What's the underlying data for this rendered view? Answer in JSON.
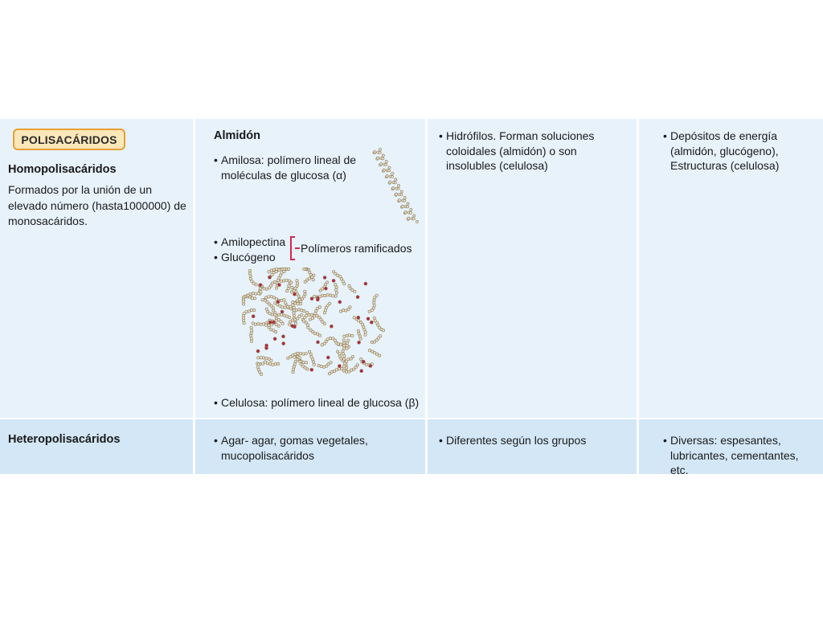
{
  "badge": "POLISACÁRIDOS",
  "homo": {
    "title": "Homopolisacáridos",
    "desc": "Formados por la unión de un elevado número (hasta1000000) de monosacáridos.",
    "almidon_title": "Almidón",
    "amilosa_line1": "Amilosa: polímero lineal de",
    "amilosa_line2": "moléculas de glucosa (α)",
    "amilopectina": "Amilopectina",
    "glucogeno": "Glucógeno",
    "ramificados": "Polímeros ramificados",
    "celulosa": "Celulosa: polímero lineal de glucosa (β)",
    "propiedades_line1": "Hidrófilos. Forman soluciones",
    "propiedades_line2": "coloidales (almidón) o son",
    "propiedades_line3": "insolubles (celulosa)",
    "funcion_line1": "Depósitos de energía",
    "funcion_line2": "(almidón, glucógeno),",
    "funcion_line3": "Estructuras (celulosa)"
  },
  "hetero": {
    "title": "Heteropolisacáridos",
    "ejemplos_line1": "Agar- agar, gomas vegetales,",
    "ejemplos_line2": "mucopolisacáridos",
    "propiedades": "Diferentes según los grupos",
    "funcion_line1": "Diversas: espesantes,",
    "funcion_line2": "lubricantes, cementantes,",
    "funcion_line3": "etc."
  },
  "colors": {
    "row1_bg": "#e7f2fb",
    "row2_bg": "#d3e7f6",
    "badge_bg": "#fbe7b8",
    "badge_border": "#e6a035",
    "brace": "#d12a4a",
    "molecule_bead": "#e8dcc2",
    "molecule_highlight": "#b5283d"
  }
}
